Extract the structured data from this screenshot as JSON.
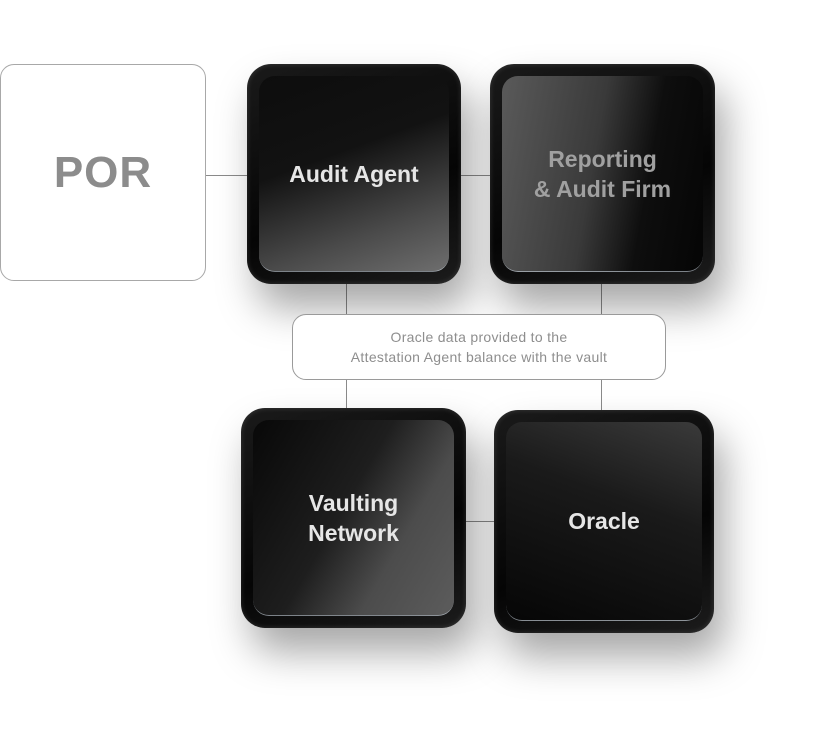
{
  "por": {
    "label": "POR"
  },
  "nodes": {
    "audit_agent": {
      "label": "Audit Agent"
    },
    "reporting": {
      "line1": "Reporting",
      "line2": "& Audit Firm"
    },
    "vaulting": {
      "line1": "Vaulting",
      "line2": "Network"
    },
    "oracle": {
      "label": "Oracle"
    }
  },
  "note": {
    "line1": "Oracle data provided to the",
    "line2": "Attestation Agent balance with the vault"
  }
}
